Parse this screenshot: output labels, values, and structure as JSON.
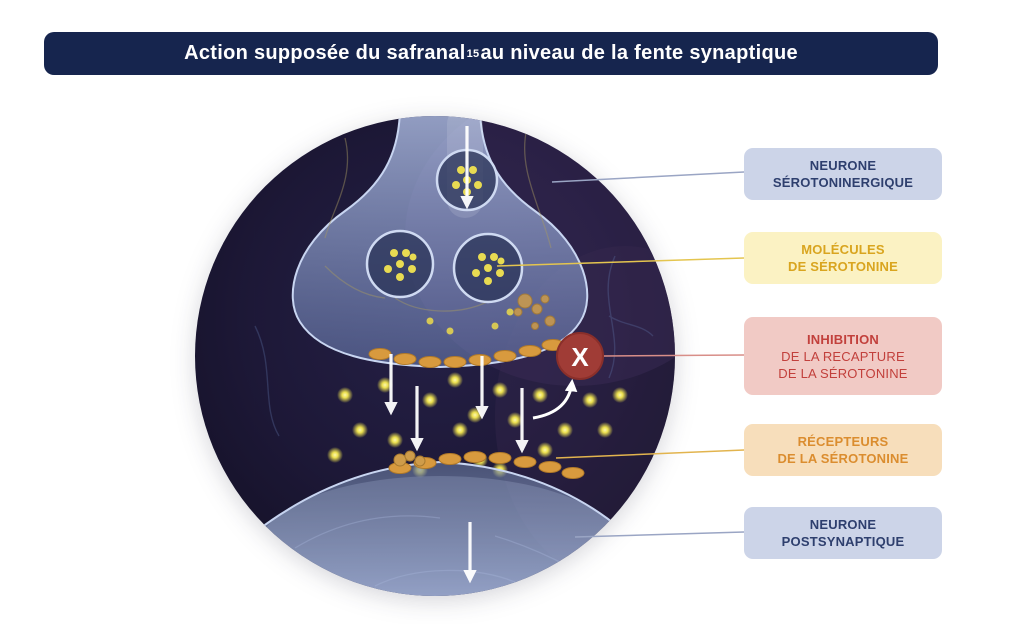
{
  "header": {
    "title_main": "Action supposée du safranal",
    "title_sup": "15",
    "title_rest": " au niveau de la fente synaptique"
  },
  "illustration": {
    "description": "Synapse between a serotoninergic neuron (top) and a postsynaptic neuron (bottom), with serotonin vesicles, release arrows, serotonin molecules in the synaptic cleft, serotonin receptors and a blocked reuptake marker",
    "inhibition_mark": "X"
  },
  "labels": [
    {
      "name": "serotoninergic-neuron",
      "lines": [
        "NEURONE",
        "SÉROTONINERGIQUE"
      ]
    },
    {
      "name": "serotonin-molecules",
      "lines": [
        "MOLÉCULES",
        "DE SÉROTONINE"
      ]
    },
    {
      "name": "inhibition-recapture",
      "lines": [
        "INHIBITION",
        "DE LA RECAPTURE",
        "DE LA SÉROTONINE"
      ]
    },
    {
      "name": "serotonin-receptors",
      "lines": [
        "RÉCEPTEURS",
        "DE LA SÉROTONINE"
      ]
    },
    {
      "name": "postsynaptic-neuron",
      "lines": [
        "NEURONE",
        "POSTSYNAPTIQUE"
      ]
    }
  ],
  "colors": {
    "banner_bg": "#16254e",
    "banner_text": "#ffffff",
    "label_blue_bg": "#ccd4e8",
    "label_blue_text": "#2e3f6e",
    "label_yellow_bg": "#fbf2c3",
    "label_yellow_text": "#d9a51f",
    "label_red_bg": "#f1cac5",
    "label_red_text": "#c2403c",
    "label_orange_bg": "#f7debb",
    "label_orange_text": "#db8d2f",
    "inhibition_marker": "#a03c36",
    "serotonin_dot": "#e8db52",
    "receptor": "#d89a3e"
  }
}
